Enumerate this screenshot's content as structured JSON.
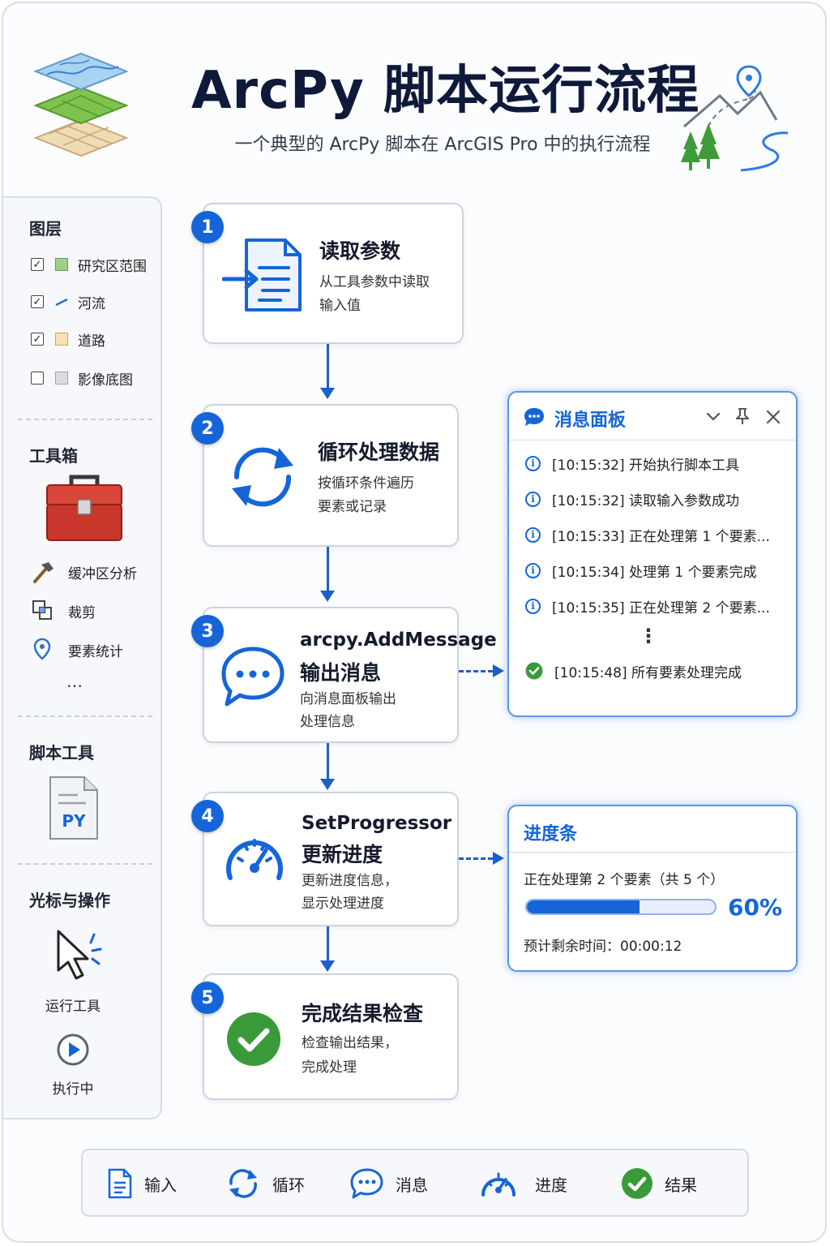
{
  "header": {
    "title": "ArcPy 脚本运行流程",
    "subtitle": "一个典型的 ArcPy 脚本在 ArcGIS Pro 中的执行流程"
  },
  "sidebar": {
    "layers_title": "图层",
    "layers": [
      {
        "label": "研究区范围",
        "checked": true,
        "swatch": "polygon-green"
      },
      {
        "label": "河流",
        "checked": true,
        "swatch": "line-blue"
      },
      {
        "label": "道路",
        "checked": true,
        "swatch": "polygon-tan"
      },
      {
        "label": "影像底图",
        "checked": false,
        "swatch": "polygon-gray"
      }
    ],
    "toolbox_title": "工具箱",
    "tools": [
      {
        "label": "缓冲区分析",
        "icon": "hammer-icon"
      },
      {
        "label": "裁剪",
        "icon": "clip-icon"
      },
      {
        "label": "要素统计",
        "icon": "map-pin-icon"
      }
    ],
    "tools_more": "…",
    "script_title": "脚本工具",
    "script_file_label": "PY",
    "cursor_title": "光标与操作",
    "run_label": "运行工具",
    "running_label": "执行中"
  },
  "steps": [
    {
      "num": "1",
      "title": "读取参数",
      "desc1": "从工具参数中读取",
      "desc2": "输入值",
      "icon": "document-input-icon"
    },
    {
      "num": "2",
      "title": "循环处理数据",
      "desc1": "按循环条件遍历",
      "desc2": "要素或记录",
      "icon": "loop-icon"
    },
    {
      "num": "3",
      "title_code": "arcpy.AddMessage",
      "title": "输出消息",
      "desc1": "向消息面板输出",
      "desc2": "处理信息",
      "icon": "chat-bubble-icon"
    },
    {
      "num": "4",
      "title_code": "SetProgressor",
      "title": "更新进度",
      "desc1": "更新进度信息，",
      "desc2": "显示处理进度",
      "icon": "gauge-icon"
    },
    {
      "num": "5",
      "title": "完成结果检查",
      "desc1": "检查输出结果，",
      "desc2": "完成处理",
      "icon": "check-circle-icon"
    }
  ],
  "message_panel": {
    "title": "消息面板",
    "messages": [
      {
        "type": "info",
        "text": "[10:15:32] 开始执行脚本工具"
      },
      {
        "type": "info",
        "text": "[10:15:32] 读取输入参数成功"
      },
      {
        "type": "info",
        "text": "[10:15:33] 正在处理第 1 个要素..."
      },
      {
        "type": "info",
        "text": "[10:15:34] 处理第 1 个要素完成"
      },
      {
        "type": "info",
        "text": "[10:15:35] 正在处理第 2 个要素..."
      }
    ],
    "more": "⋮",
    "final": {
      "type": "success",
      "text": "[10:15:48] 所有要素处理完成"
    }
  },
  "progress_panel": {
    "title": "进度条",
    "status": "正在处理第 2 个要素（共 5 个）",
    "percent_value": 60,
    "percent_label": "60%",
    "remaining": "预计剩余时间：00:00:12"
  },
  "legend": [
    {
      "label": "输入",
      "icon": "document-icon"
    },
    {
      "label": "循环",
      "icon": "loop-icon"
    },
    {
      "label": "消息",
      "icon": "chat-bubble-icon"
    },
    {
      "label": "进度",
      "icon": "gauge-icon"
    },
    {
      "label": "结果",
      "icon": "check-circle-icon"
    }
  ],
  "colors": {
    "accent": "#1565d8",
    "success": "#3a9a3a",
    "toolbox_red": "#c9372c"
  }
}
